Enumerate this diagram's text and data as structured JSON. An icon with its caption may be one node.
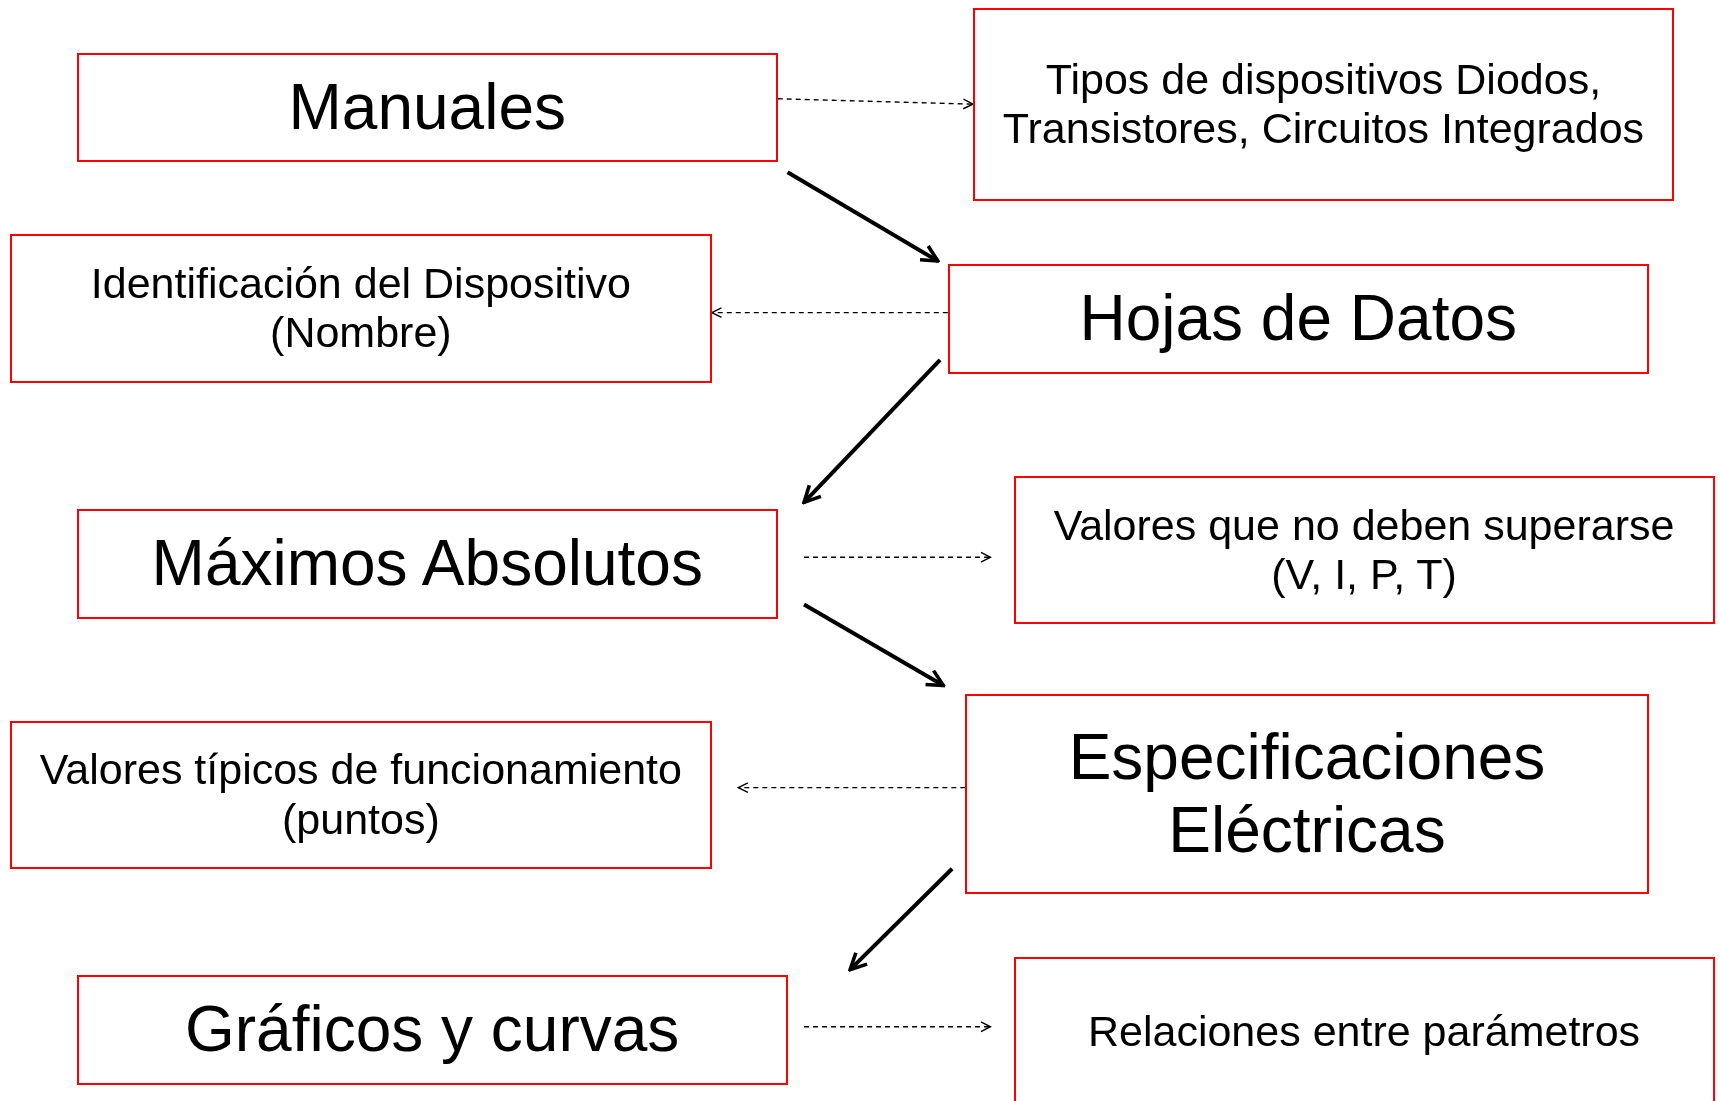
{
  "diagram": {
    "nodes": [
      {
        "text": [
          "Manuales"
        ]
      },
      {
        "text": [
          "Tipos de dispositivos Diodos, Transistores, Circuitos Integrados"
        ]
      },
      {
        "text": [
          "Identificación del Dispositivo (Nombre)"
        ]
      },
      {
        "text": [
          "Hojas de Datos"
        ]
      },
      {
        "text": [
          "Máximos Absolutos"
        ]
      },
      {
        "text": [
          "Valores que no deben superarse (V, I, P, T)"
        ]
      },
      {
        "text": [
          "Valores típicos de funcionamiento (puntos)"
        ]
      },
      {
        "text": [
          "Especificaciones Eléctricas"
        ]
      },
      {
        "text": [
          "Gráficos y curvas"
        ]
      },
      {
        "text": [
          "Relaciones entre parámetros"
        ]
      }
    ],
    "edges": [
      {
        "from": 0,
        "to": 1,
        "arrow": "to",
        "style": "dashed"
      },
      {
        "from": 0,
        "to": 3,
        "arrow": "to",
        "style": "thick"
      },
      {
        "from": 3,
        "to": 2,
        "arrow": "to",
        "style": "dashed"
      },
      {
        "from": 3,
        "to": 4,
        "arrow": "to",
        "style": "thick"
      },
      {
        "from": 4,
        "to": 5,
        "arrow": "to",
        "style": "dashed"
      },
      {
        "from": 4,
        "to": 7,
        "arrow": "to",
        "style": "thick"
      },
      {
        "from": 7,
        "to": 6,
        "arrow": "to",
        "style": "dashed"
      },
      {
        "from": 7,
        "to": 8,
        "arrow": "to",
        "style": "thick"
      },
      {
        "from": 8,
        "to": 9,
        "arrow": "to",
        "style": "dashed"
      }
    ]
  }
}
